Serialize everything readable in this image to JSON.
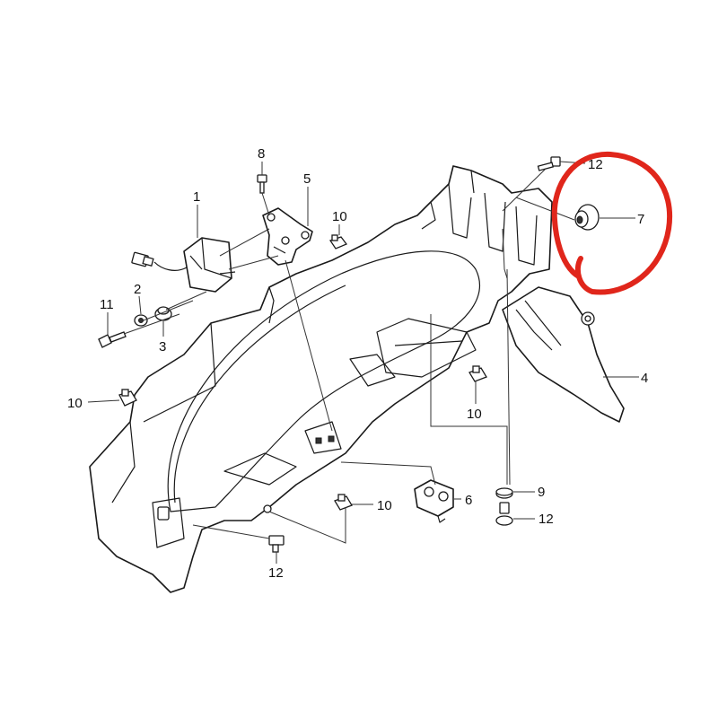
{
  "diagram": {
    "callouts": [
      {
        "id": "c1",
        "label": "1"
      },
      {
        "id": "c2",
        "label": "2"
      },
      {
        "id": "c3",
        "label": "3"
      },
      {
        "id": "c4",
        "label": "4"
      },
      {
        "id": "c5",
        "label": "5"
      },
      {
        "id": "c6",
        "label": "6"
      },
      {
        "id": "c7",
        "label": "7"
      },
      {
        "id": "c8",
        "label": "8"
      },
      {
        "id": "c9",
        "label": "9"
      },
      {
        "id": "c10a",
        "label": "10"
      },
      {
        "id": "c10b",
        "label": "10"
      },
      {
        "id": "c10c",
        "label": "10"
      },
      {
        "id": "c10d",
        "label": "10"
      },
      {
        "id": "c11",
        "label": "11"
      },
      {
        "id": "c12a",
        "label": "12"
      },
      {
        "id": "c12b",
        "label": "12"
      },
      {
        "id": "c12c",
        "label": "12"
      }
    ],
    "highlight_color": "#e0261b",
    "line_color": "#1a1a1a"
  }
}
